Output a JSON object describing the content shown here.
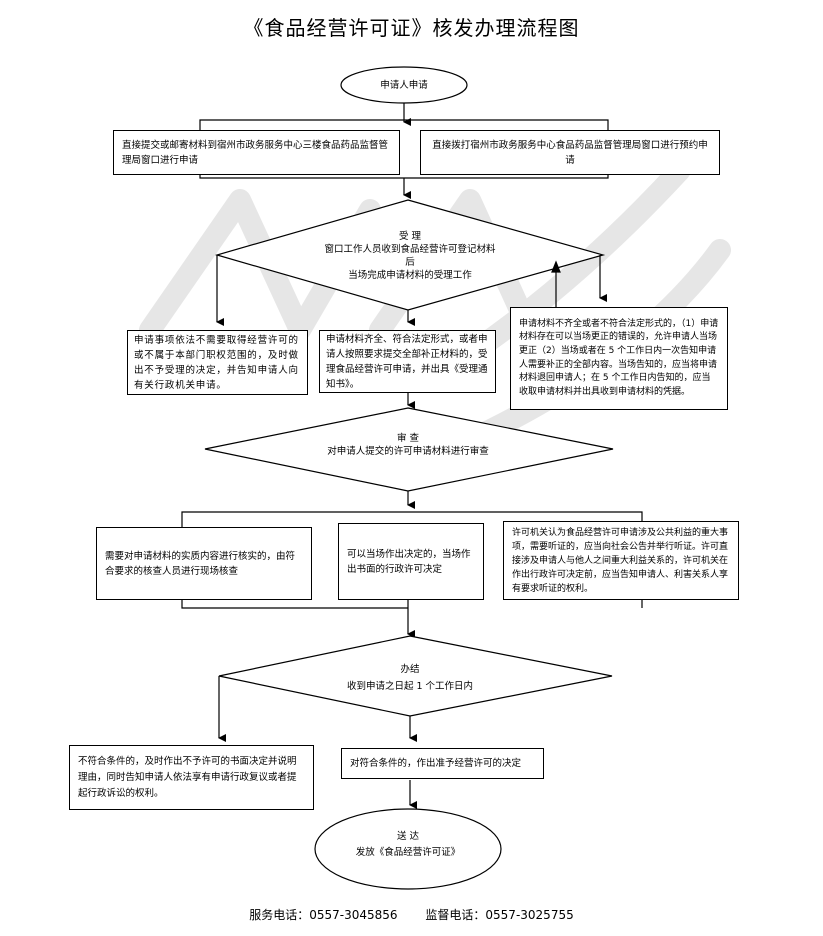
{
  "title": "《食品经营许可证》核发办理流程图",
  "start": {
    "label": "申请人申请"
  },
  "apply_options": [
    "直接提交或邮寄材料到宿州市政务服务中心三楼食品药品监督管理局窗口进行申请",
    "直接拨打宿州市政务服务中心食品药品监督管理局窗口进行预约申请"
  ],
  "accept": {
    "heading": "受 理",
    "line1": "窗口工作人员收到食品经营许可登记材料",
    "line2": "后",
    "line3": "当场完成申请材料的受理工作"
  },
  "accept_outcomes": [
    "申请事项依法不需要取得经营许可的或不属于本部门职权范围的，及时做出不予受理的决定，并告知申请人向有关行政机关申请。",
    "申请材料齐全、符合法定形式，或者申请人按照要求提交全部补正材料的，受理食品经营许可申请，并出具《受理通知书》。",
    "申请材料不齐全或者不符合法定形式的，（1）申请材料存在可以当场更正的错误的，允许申请人当场更正（2）当场或者在 5 个工作日内一次告知申请人需要补正的全部内容。当场告知的，应当将申请材料退回申请人；在 5 个工作日内告知的，应当收取申请材料并出具收到申请材料的凭据。"
  ],
  "review": {
    "heading": "审 查",
    "line1": "对申请人提交的许可申请材料进行审查"
  },
  "review_outcomes": [
    "需要对申请材料的实质内容进行核实的，由符合要求的核查人员进行现场核查",
    "可以当场作出决定的，当场作出书面的行政许可决定",
    "许可机关认为食品经营许可申请涉及公共利益的重大事项，需要听证的，应当向社会公告并举行听证。许可直接涉及申请人与他人之间重大利益关系的，许可机关在作出行政许可决定前，应当告知申请人、利害关系人享有要求听证的权利。"
  ],
  "conclude": {
    "heading": "办结",
    "line1": "收到申请之日起 1 个工作日内"
  },
  "conclude_outcomes": [
    "不符合条件的，及时作出不予许可的书面决定并说明理由，同时告知申请人依法享有申请行政复议或者提起行政诉讼的权利。",
    "对符合条件的，作出准予经营许可的决定"
  ],
  "deliver": {
    "heading": "送 达",
    "line1": "发放《食品经营许可证》"
  },
  "footer": {
    "service_phone": "服务电话：0557-3045856",
    "supervise_phone": "监督电话：0557-3025755"
  }
}
